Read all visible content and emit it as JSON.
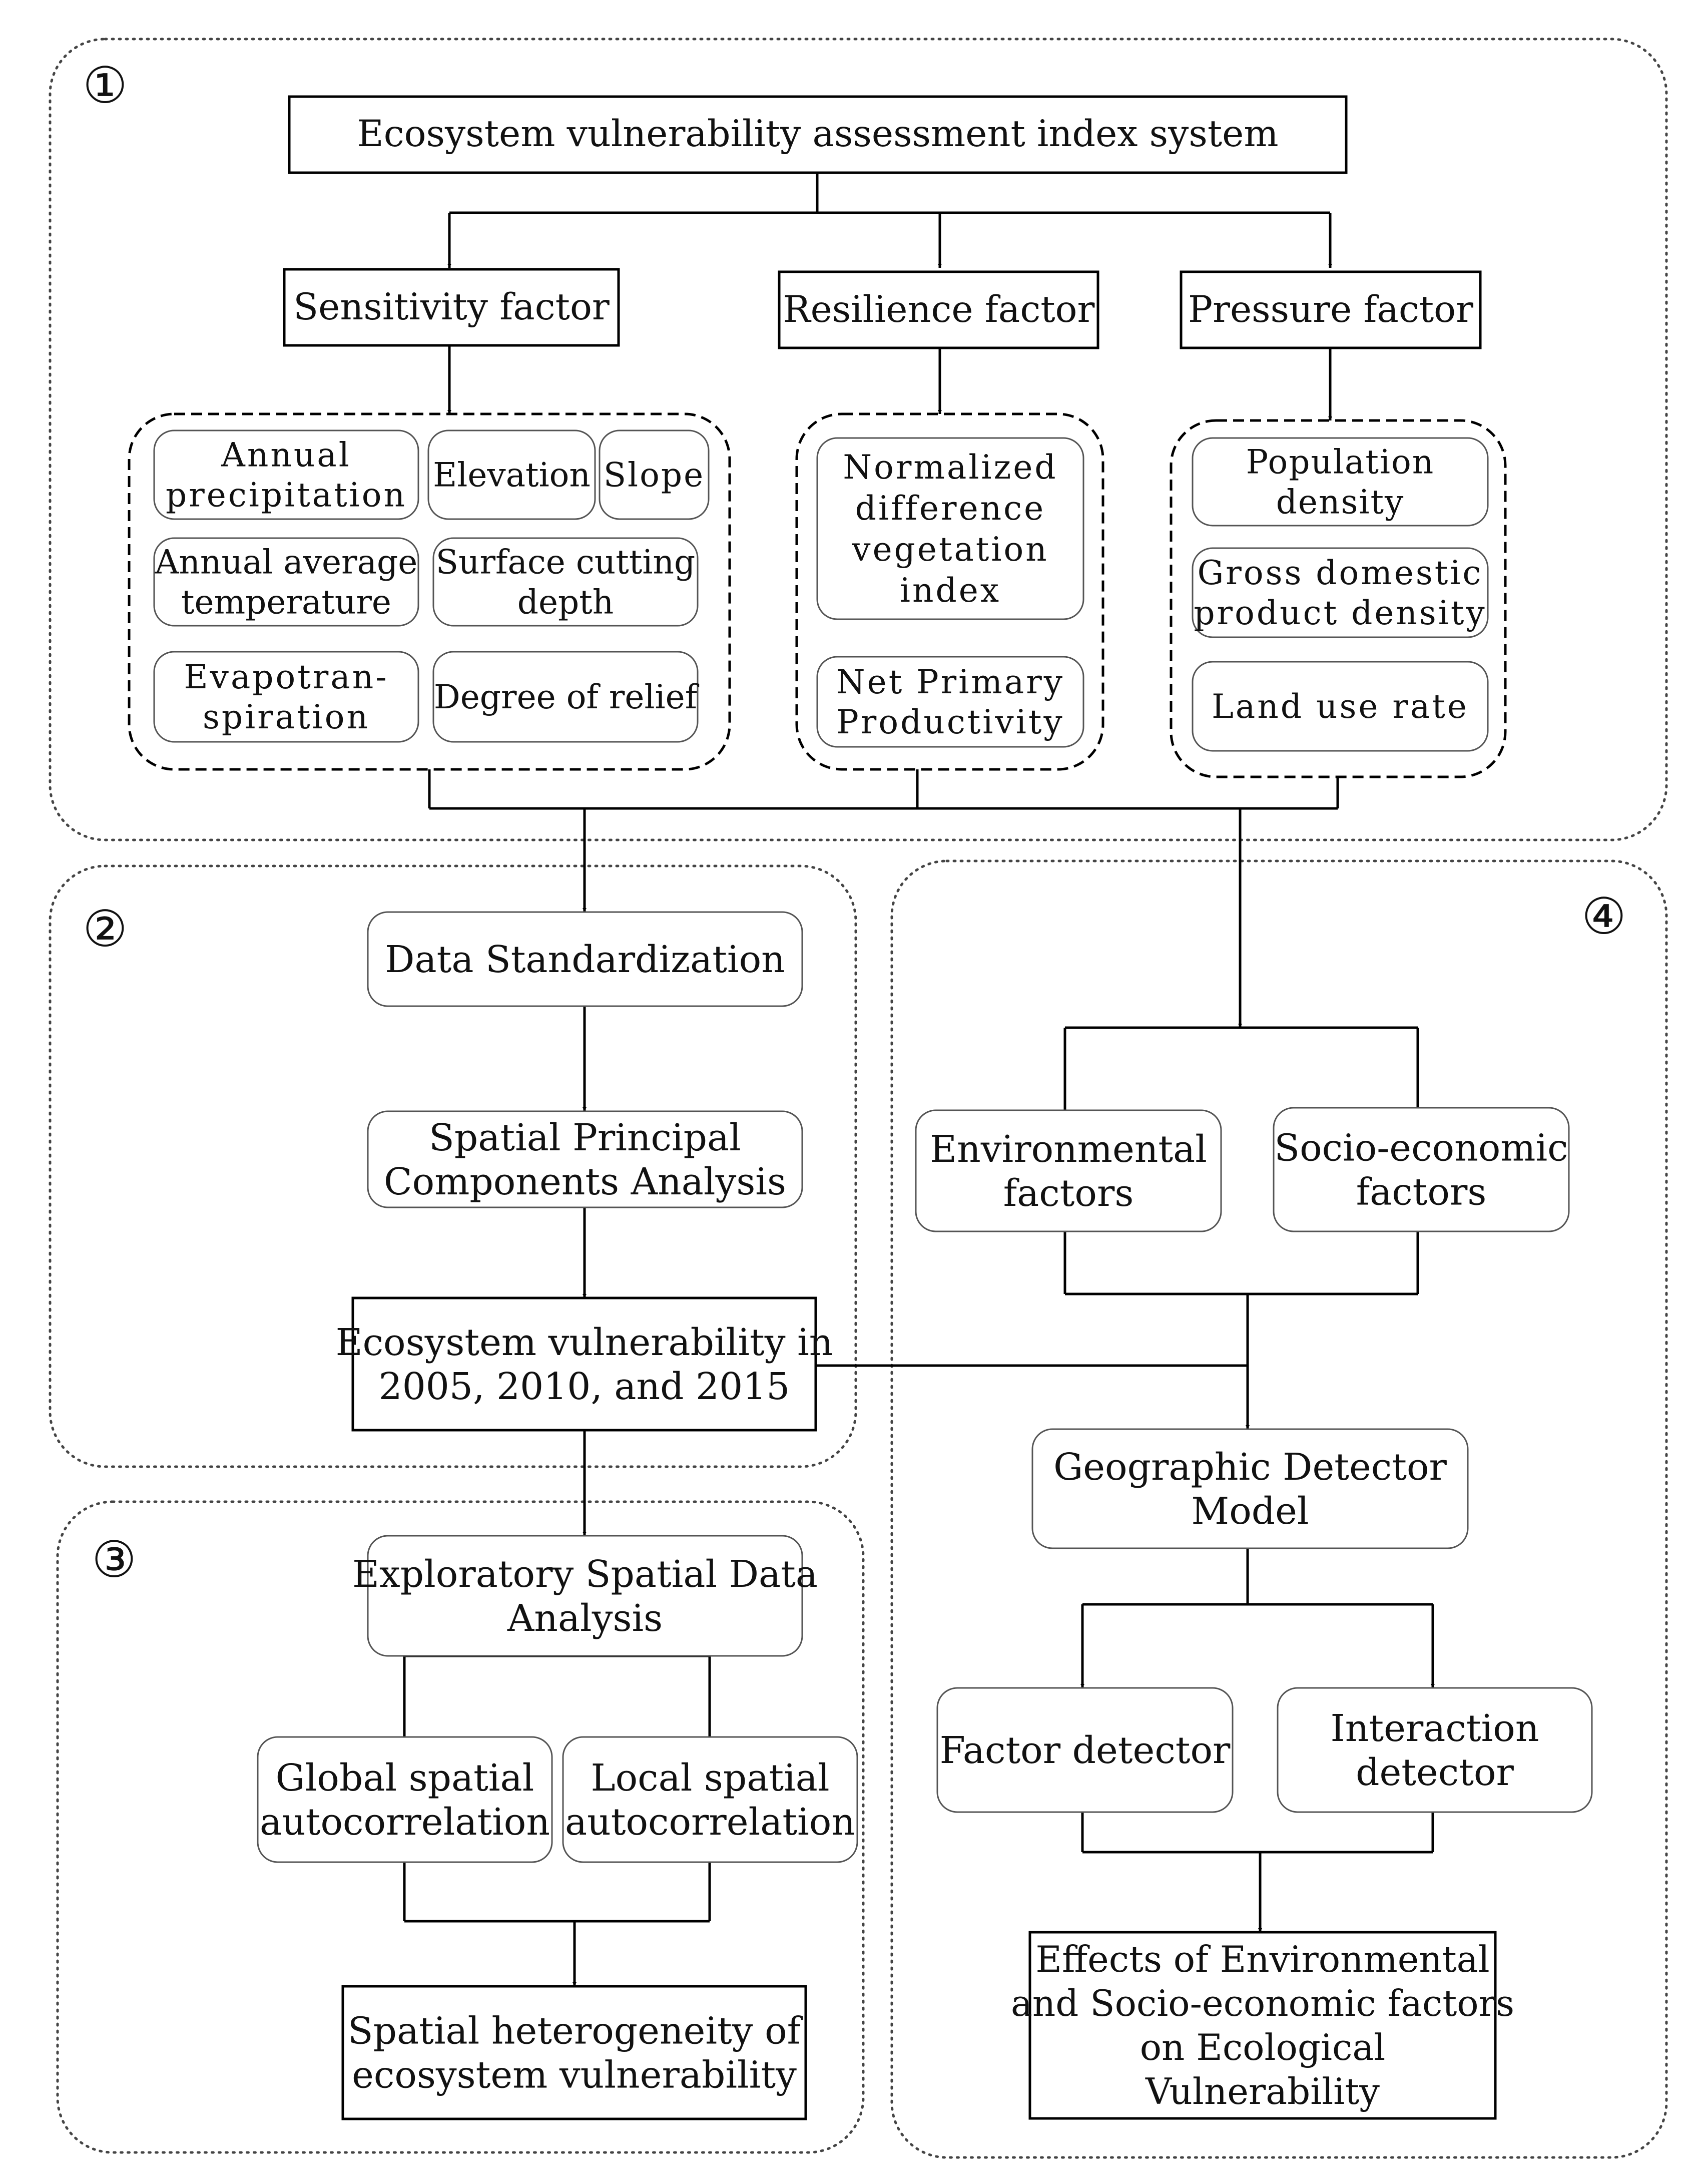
{
  "section_markers": [
    "①",
    "②",
    "③",
    "④"
  ],
  "section1": {
    "title": "Ecosystem vulnerability assessment index system",
    "sensitivity": {
      "header": "Sensitivity factor",
      "items": [
        [
          "Annual",
          "precipitation"
        ],
        [
          "Elevation"
        ],
        [
          "Slope"
        ],
        [
          "Annual average",
          "temperature"
        ],
        [
          "Surface cutting",
          "depth"
        ],
        [
          "Evapotran-",
          "spiration"
        ],
        [
          "Degree of relief"
        ]
      ]
    },
    "resilience": {
      "header": "Resilience factor",
      "items": [
        [
          "Normalized",
          "difference",
          "vegetation",
          "index"
        ],
        [
          "Net Primary",
          "Productivity"
        ]
      ]
    },
    "pressure": {
      "header": "Pressure factor",
      "items": [
        [
          "Population",
          "density"
        ],
        [
          "Gross domestic",
          "product density"
        ],
        [
          "Land use rate"
        ]
      ]
    }
  },
  "section2": {
    "standardization": [
      "Data Standardization"
    ],
    "spca": [
      "Spatial Principal",
      "Components Analysis"
    ],
    "vulnerability": [
      "Ecosystem vulnerability in",
      "2005, 2010, and 2015"
    ]
  },
  "section3": {
    "esda": [
      "Exploratory Spatial Data",
      "Analysis"
    ],
    "global": [
      "Global spatial",
      "autocorrelation"
    ],
    "local": [
      "Local spatial",
      "autocorrelation"
    ],
    "result": [
      "Spatial heterogeneity of",
      "ecosystem vulnerability"
    ]
  },
  "section4": {
    "environmental": [
      "Environmental",
      "factors"
    ],
    "socioeconomic": [
      "Socio-economic",
      "factors"
    ],
    "model": [
      "Geographic Detector",
      "Model"
    ],
    "factor_detector": [
      "Factor detector"
    ],
    "interaction_detector": [
      "Interaction",
      "detector"
    ],
    "effects": [
      "Effects of Environmental",
      "and Socio-economic factors",
      "on Ecological",
      "Vulnerability"
    ]
  }
}
